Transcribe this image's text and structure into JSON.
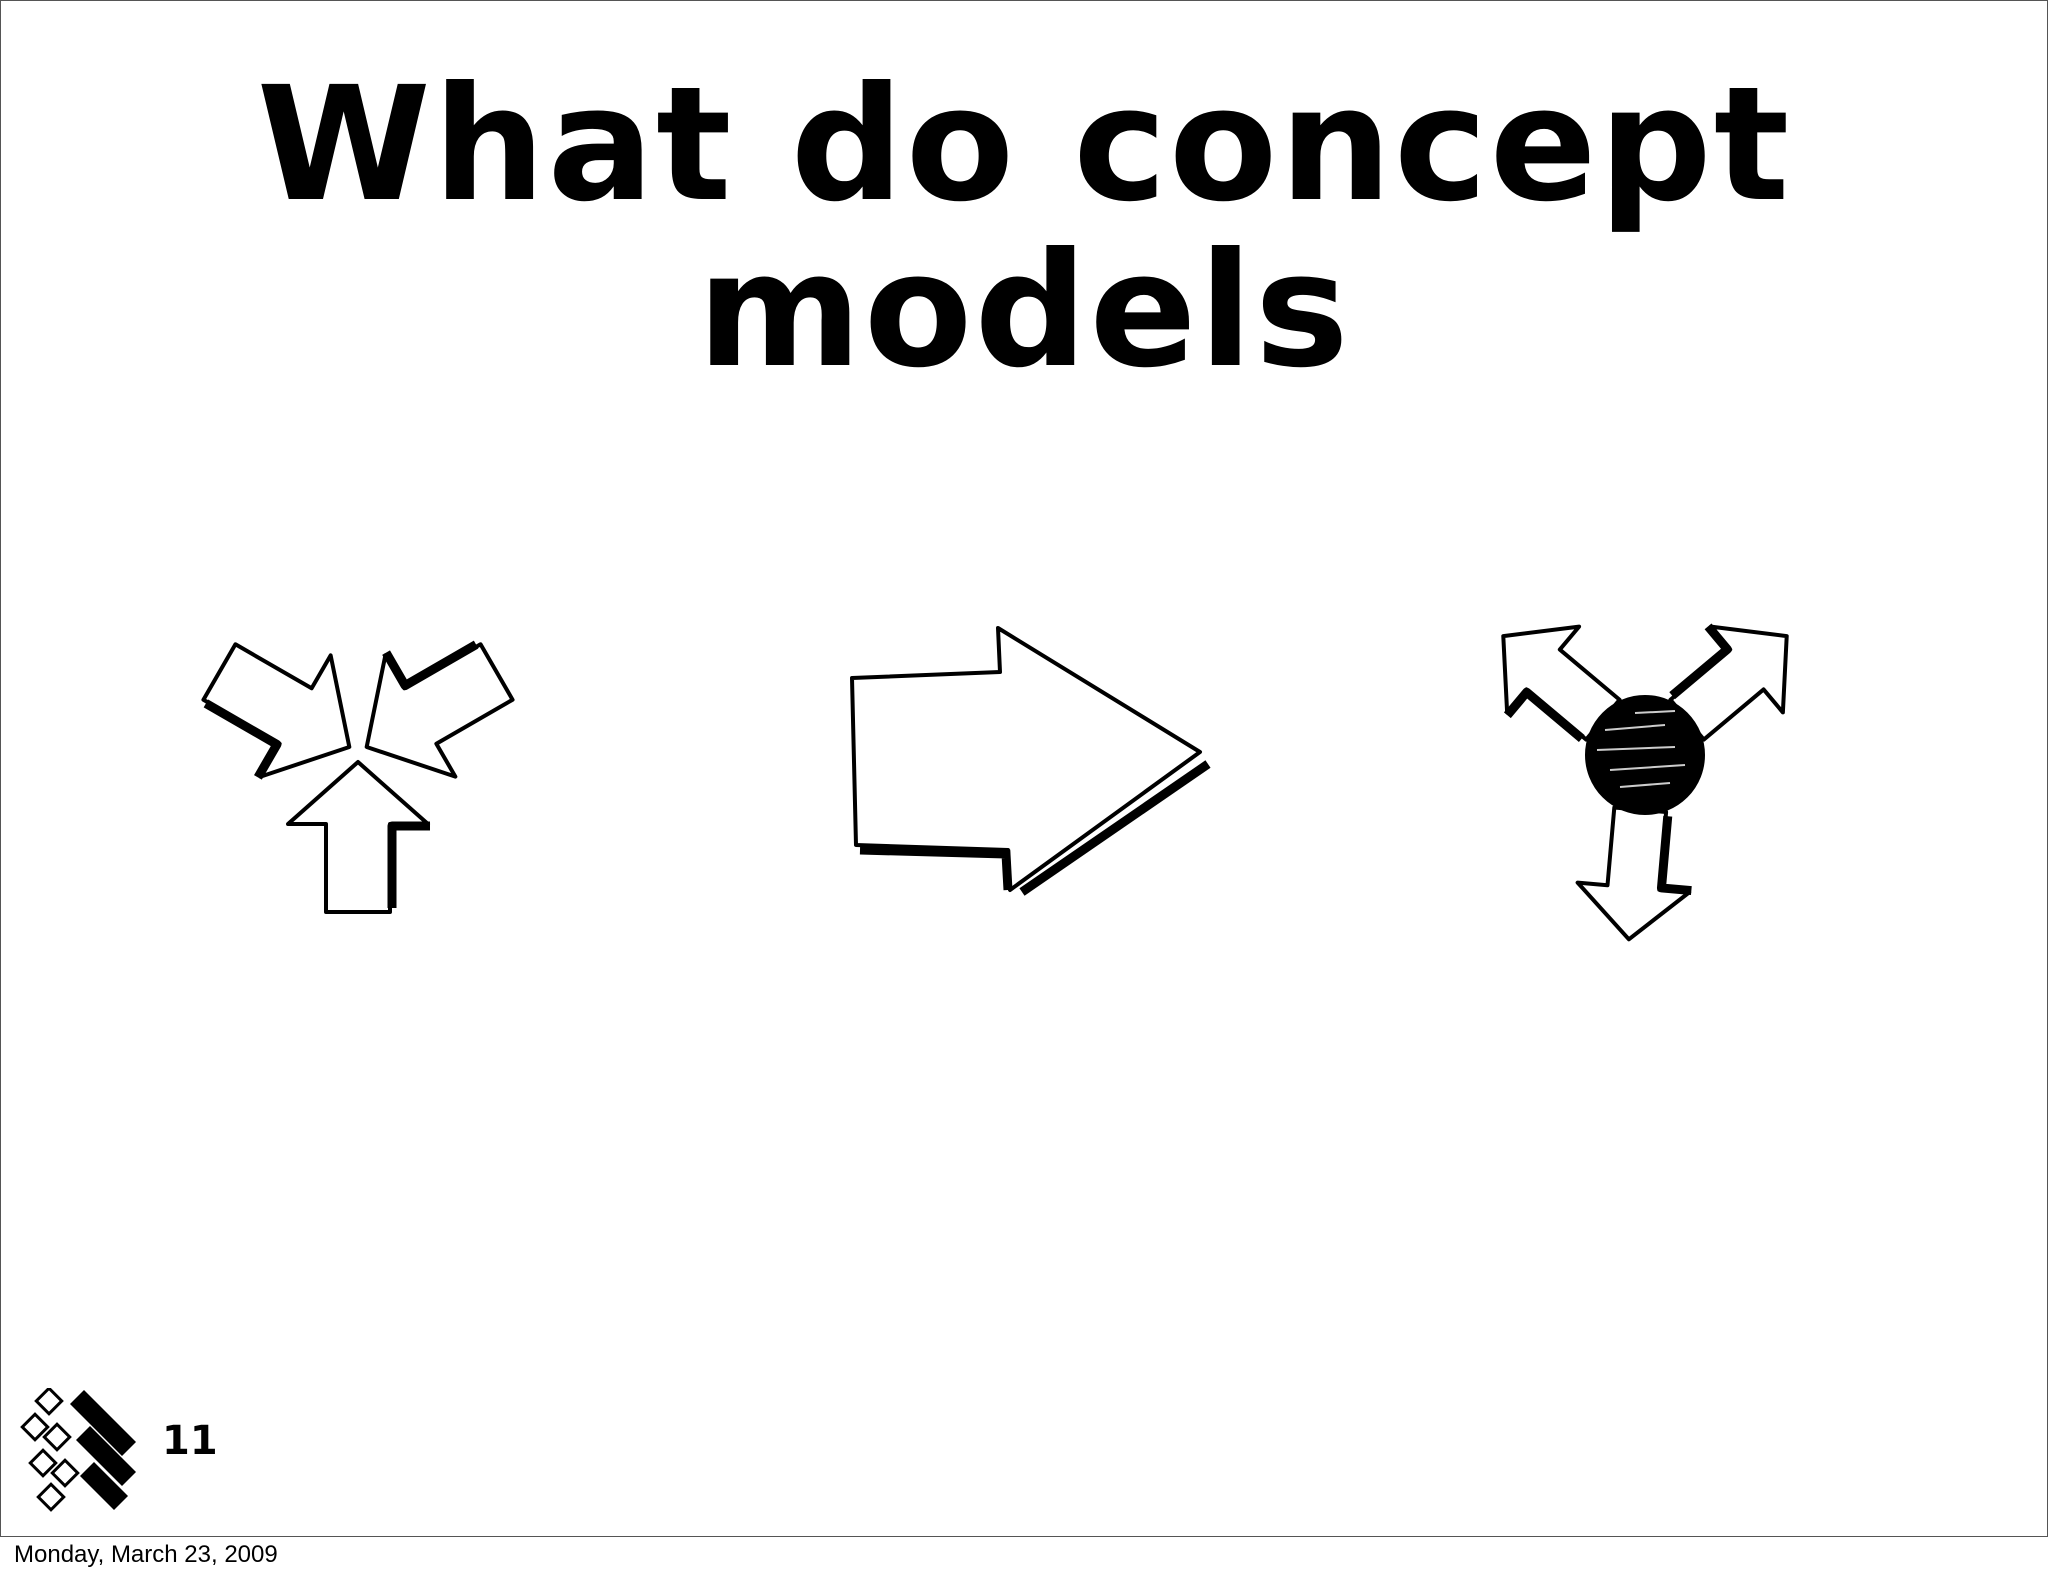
{
  "slide": {
    "title": "What do concept models",
    "slide_number": "11"
  },
  "footer": {
    "date": "Monday, March 23, 2009"
  },
  "icons": {
    "converging_arrows": "converging-arrows-icon",
    "right_arrow": "right-arrow-icon",
    "diverging_arrows": "diverging-arrows-icon",
    "logo": "diamond-grid-logo"
  },
  "colors": {
    "ink": "#000000",
    "background": "#ffffff",
    "border": "#555555"
  }
}
